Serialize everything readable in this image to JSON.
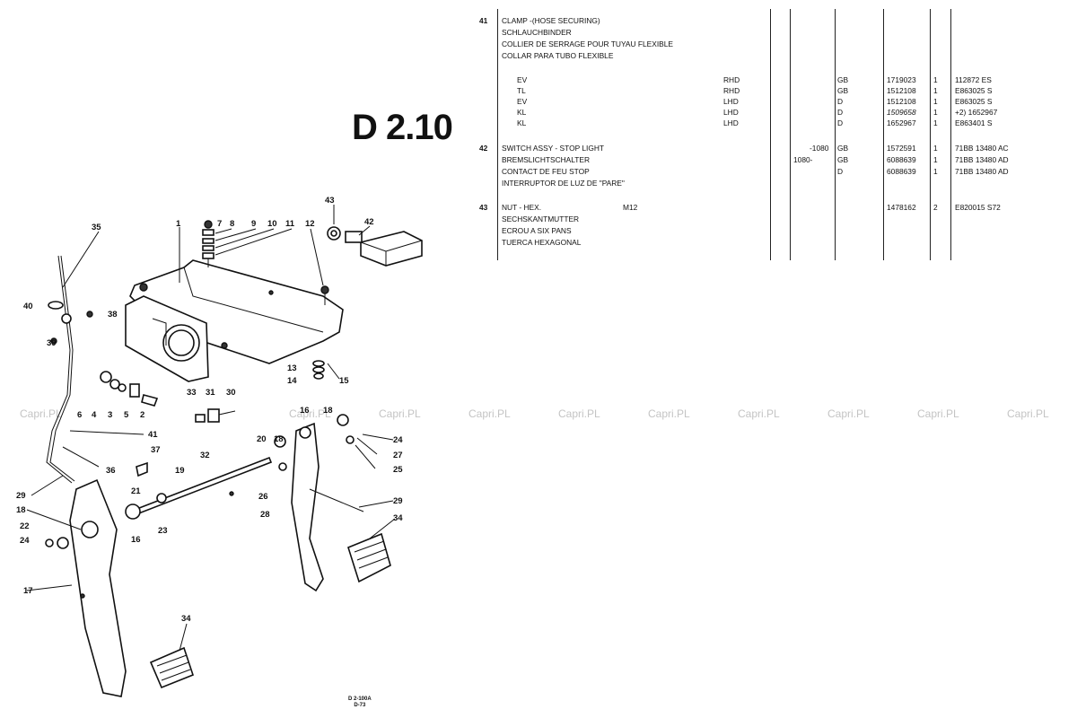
{
  "page": {
    "title": "D 2.10",
    "watermark": "Capri.PL",
    "footer_code": [
      "D 2-100A",
      "D-73"
    ]
  },
  "parts": [
    {
      "ref": "41",
      "desc": [
        "CLAMP -(HOSE SECURING)",
        "SCHLAUCHBINDER",
        "COLLIER DE SERRAGE POUR TUYAU FLEXIBLE",
        "COLLAR PARA TUBO FLEXIBLE"
      ],
      "lines": [
        {
          "model": "EV",
          "drive": "RHD",
          "from": "",
          "to": "",
          "country": "GB",
          "part": "1719023",
          "qty": "1",
          "ref_no": "112872 ES"
        },
        {
          "model": "TL",
          "drive": "RHD",
          "from": "",
          "to": "",
          "country": "GB",
          "part": "1512108",
          "qty": "1",
          "ref_no": "E863025 S"
        },
        {
          "model": "EV",
          "drive": "LHD",
          "from": "",
          "to": "",
          "country": "D",
          "part": "1512108",
          "qty": "1",
          "ref_no": "E863025 S"
        },
        {
          "model": "KL",
          "drive": "LHD",
          "from": "",
          "to": "",
          "country": "D",
          "part": "1509658",
          "qty": "1",
          "ref_no": "+2) 1652967"
        },
        {
          "model": "KL",
          "drive": "LHD",
          "from": "",
          "to": "",
          "country": "D",
          "part": "1652967",
          "qty": "1",
          "ref_no": "E863401 S"
        }
      ]
    },
    {
      "ref": "42",
      "desc": [
        "SWITCH ASSY - STOP LIGHT",
        "BREMSLICHTSCHALTER",
        "CONTACT DE FEU STOP",
        "INTERRUPTOR DE LUZ DE \"PARE\""
      ],
      "lines": [
        {
          "model": "",
          "drive": "",
          "from": "",
          "to": "-1080",
          "country": "GB",
          "part": "1572591",
          "qty": "1",
          "ref_no": "71BB 13480 AC"
        },
        {
          "model": "",
          "drive": "",
          "from": "1080-",
          "to": "",
          "country": "GB",
          "part": "6088639",
          "qty": "1",
          "ref_no": "71BB 13480 AD"
        },
        {
          "model": "",
          "drive": "",
          "from": "",
          "to": "",
          "country": "D",
          "part": "6088639",
          "qty": "1",
          "ref_no": "71BB 13480 AD"
        }
      ]
    },
    {
      "ref": "43",
      "desc": [
        "NUT - HEX.",
        "SECHSKANTMUTTER",
        "ECROU A SIX PANS",
        "TUERCA HEXAGONAL"
      ],
      "lines": [
        {
          "model": "M12",
          "drive": "",
          "from": "",
          "to": "",
          "country": "",
          "part": "1478162",
          "qty": "2",
          "ref_no": "E820015 S72"
        }
      ]
    }
  ],
  "diagram_labels": {
    "l1": "1",
    "l2": "2",
    "l3": "3",
    "l4": "4",
    "l5": "5",
    "l6": "6",
    "l7": "7",
    "l8": "8",
    "l9": "9",
    "l10": "10",
    "l11": "11",
    "l12": "12",
    "l13": "13",
    "l14": "14",
    "l15": "15",
    "l16": "16",
    "l16b": "16",
    "l17": "17",
    "l18": "18",
    "l18b": "18",
    "l18c": "18",
    "l19": "19",
    "l20": "20",
    "l21": "21",
    "l22": "22",
    "l23": "23",
    "l24": "24",
    "l24b": "24",
    "l25": "25",
    "l26": "26",
    "l27": "27",
    "l28": "28",
    "l29": "29",
    "l29b": "29",
    "l30": "30",
    "l31": "31",
    "l32": "32",
    "l33": "33",
    "l34": "34",
    "l34b": "34",
    "l35": "35",
    "l36": "36",
    "l37": "37",
    "l38": "38",
    "l39": "39",
    "l40": "40",
    "l41": "41",
    "l42": "42",
    "l43": "43"
  }
}
